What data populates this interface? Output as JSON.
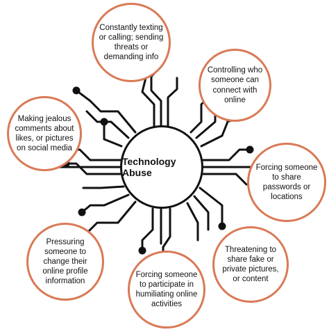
{
  "center": {
    "label": "Technology Abuse"
  },
  "bubbles": [
    {
      "text": "Constantly texting or calling; sending threats or demanding info"
    },
    {
      "text": "Controlling who someone can connect with online"
    },
    {
      "text": "Forcing someone to share passwords or locations"
    },
    {
      "text": "Threatening to share fake or private pictures, or content"
    },
    {
      "text": "Forcing someone to participate in humiliating online activities"
    },
    {
      "text": "Pressuring someone to change their online profile information"
    },
    {
      "text": "Making jealous comments about likes, or pictures on social media"
    }
  ],
  "colors": {
    "accent": "#d97a56",
    "line": "#111111"
  }
}
